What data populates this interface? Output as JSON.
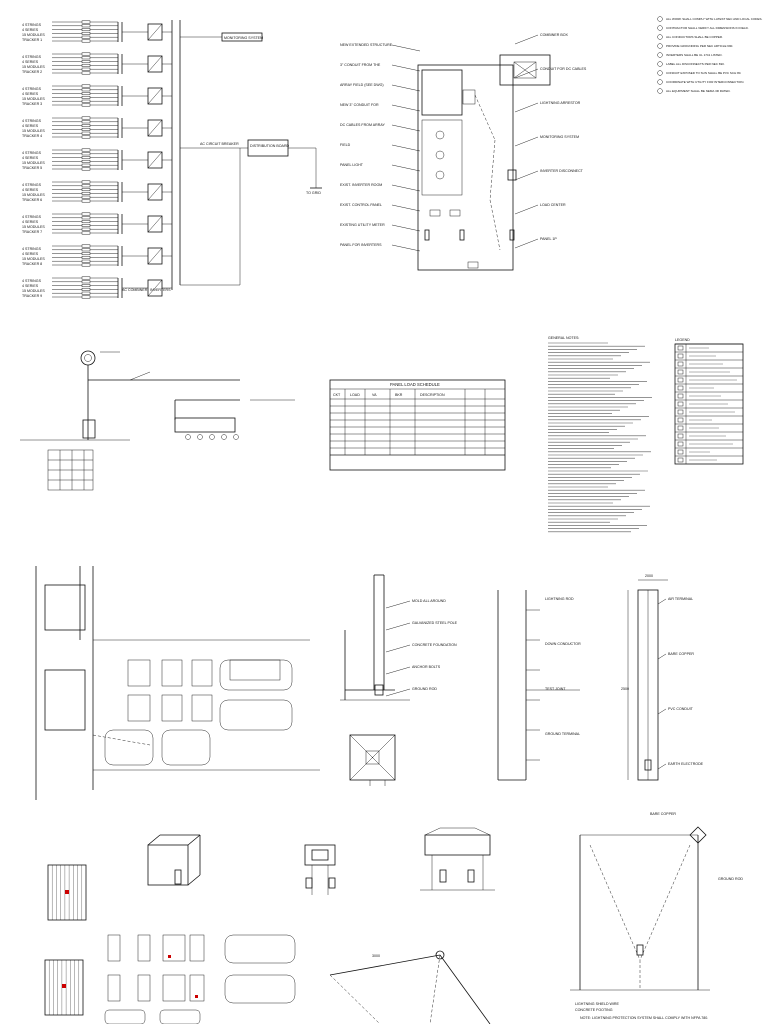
{
  "sheet": {
    "array_rows": [
      {
        "l1": "4 STRINGS",
        "l2": "4 SERIES",
        "l3": "15 MODULES",
        "l4": "TRACKER 1"
      },
      {
        "l1": "4 STRINGS",
        "l2": "4 SERIES",
        "l3": "15 MODULES",
        "l4": "TRACKER 2"
      },
      {
        "l1": "4 STRINGS",
        "l2": "4 SERIES",
        "l3": "15 MODULES",
        "l4": "TRACKER 3"
      },
      {
        "l1": "4 STRINGS",
        "l2": "4 SERIES",
        "l3": "15 MODULES",
        "l4": "TRACKER 4"
      },
      {
        "l1": "4 STRINGS",
        "l2": "4 SERIES",
        "l3": "15 MODULES",
        "l4": "TRACKER 5"
      },
      {
        "l1": "4 STRINGS",
        "l2": "4 SERIES",
        "l3": "15 MODULES",
        "l4": "TRACKER 6"
      },
      {
        "l1": "4 STRINGS",
        "l2": "4 SERIES",
        "l3": "15 MODULES",
        "l4": "TRACKER 7"
      },
      {
        "l1": "4 STRINGS",
        "l2": "4 SERIES",
        "l3": "15 MODULES",
        "l4": "TRACKER 8"
      },
      {
        "l1": "4 STRINGS",
        "l2": "4 SERIES",
        "l3": "15 MODULES",
        "l4": "TRACKER 9"
      }
    ],
    "single_line": {
      "monitoring_box": "MONITORING SYSTEM",
      "ac_breaker": "AC CIRCUIT BREAKER",
      "distribution_box": "DISTRIBUTION BOARD",
      "to_grid": "TO GRID",
      "bottom_note": "AC COMBINER",
      "bottom_note2": "INVERTERS"
    },
    "plan_labels": {
      "left": [
        "NEW EXTENDED STRUCTURE",
        "3\" CONDUIT FROM THE",
        "ARRAY FIELD (SEE DWG)",
        "NEW 3\" CONDUIT FOR",
        "DC CABLES FROM ARRAY",
        "FIELD",
        "PANEL LIGHT",
        "EXIST. INVERTER ROOM",
        "EXIST. CONTROL PANEL",
        "EXISTING UTILITY METER",
        "PANEL FOR INVERTERS"
      ],
      "right": [
        "COMBINER BOX",
        "CONDUIT FOR DC CABLES",
        "LIGHTNING ARRESTOR",
        "MONITORING SYSTEM",
        "INVERTER DISCONNECT",
        "LOAD CENTER",
        "PANEL 1P"
      ]
    },
    "notes_top": [
      "ALL WORK SHALL COMPLY WITH LATEST NEC AND LOCAL CODES.",
      "CONTRACTOR SHALL VERIFY ALL DIMENSIONS IN FIELD.",
      "ALL CONDUCTORS SHALL BE COPPER.",
      "PROVIDE GROUNDING PER NEC ARTICLE 690.",
      "INVERTERS SHALL BE UL 1741 LISTED.",
      "LABEL ALL DISCONNECTS PER NEC 690.",
      "CONDUIT EXPOSED TO SUN SHALL BE PVC SCH 80.",
      "COORDINATE WITH UTILITY FOR INTERCONNECTION.",
      "ALL EQUIPMENT SHALL BE NEMA 3R RATED."
    ],
    "schedule": {
      "title": "PANEL LOAD SCHEDULE",
      "headers": [
        "CKT",
        "LOAD",
        "VA",
        "BKR",
        "DESCRIPTION"
      ]
    },
    "legend_title": "LEGEND",
    "general_notes_title": "GENERAL NOTES:",
    "details": {
      "pole_labels": [
        "MOLD ALL AROUND",
        "GALVANIZED STEEL POLE",
        "CONCRETE FOUNDATION",
        "ANCHOR BOLTS",
        "GROUND ROD"
      ],
      "tower_labels": [
        "LIGHTNING ROD",
        "DOWN CONDUCTOR",
        "TEST JOINT",
        "GROUND TERMINAL"
      ],
      "riser_labels": [
        "AIR TERMINAL",
        "BARE COPPER",
        "PVC CONDUIT",
        "EARTH ELECTRODE"
      ],
      "catenary": {
        "label1": "BARE COPPER",
        "label2": "GROUND ROD",
        "label3": "LIGHTNING SHIELD WIRE",
        "label4": "CONCRETE FOOTING"
      },
      "dim1": "2000",
      "dim2": "2500",
      "dim3": "3000",
      "bottom_note": "NOTE: LIGHTNING PROTECTION SYSTEM SHALL COMPLY WITH NFPA 780."
    }
  }
}
